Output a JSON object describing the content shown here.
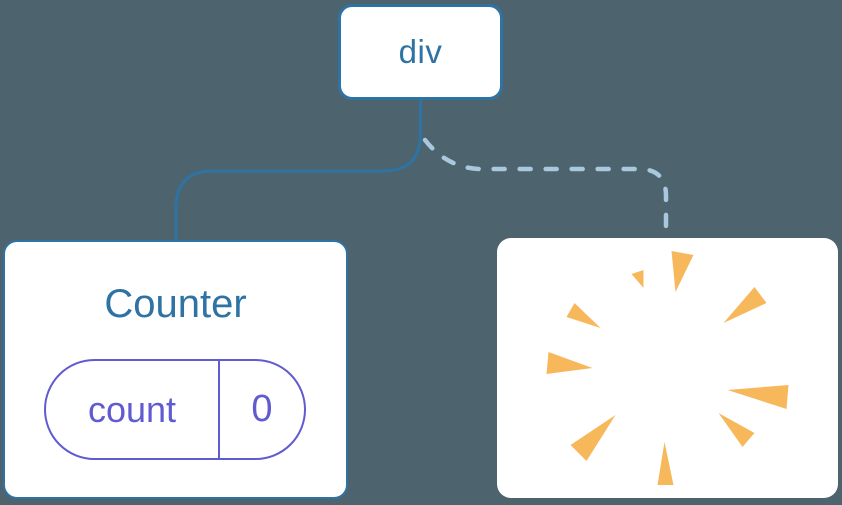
{
  "diagram": {
    "root_node": {
      "label": "div"
    },
    "counter_card": {
      "title": "Counter",
      "state_pill": {
        "key": "count",
        "value": "0"
      }
    },
    "poof_card": {
      "icon": "poof-explosion-icon"
    },
    "colors": {
      "background": "#4d646e",
      "node_blue": "#2e73a4",
      "state_purple": "#605bd0",
      "dashed_connector_blue": "#a9c7dd",
      "poof_orange": "#f7b85c",
      "card_background": "#ffffff"
    }
  }
}
